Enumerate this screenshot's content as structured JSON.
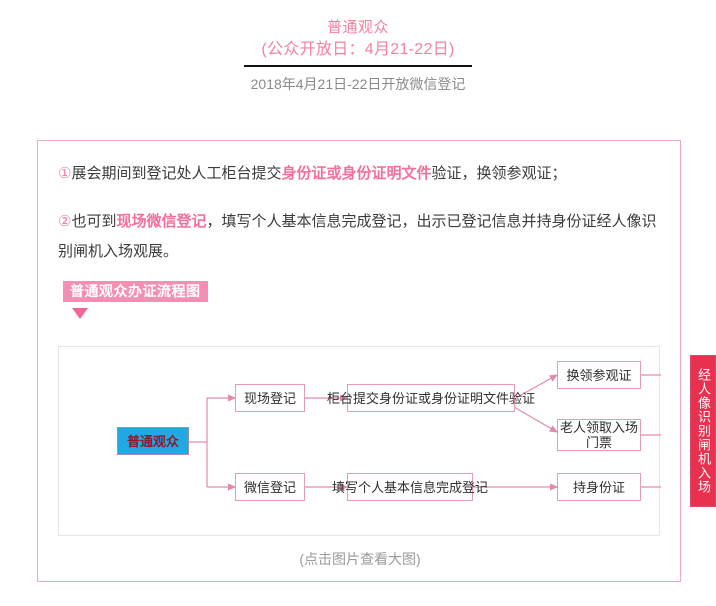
{
  "header": {
    "title": "普通观众",
    "subtitle": "(公众开放日：4月21-22日)",
    "note": "2018年4月21日-22日开放微信登记"
  },
  "content": {
    "item1": {
      "marker": "①",
      "before": "展会期间到登记处人工柜台提交",
      "highlight": "身份证或身份证明文件",
      "after": "验证，换领参观证；"
    },
    "item2": {
      "marker": "②",
      "before": "也可到",
      "highlight": "现场微信登记",
      "after": "，填写个人基本信息完成登记，出示已登记信息并持身份证经人像识别闸机入场观展。"
    },
    "section_heading": "普通观众办证流程图",
    "caption": "(点击图片查看大图)"
  },
  "flowchart": {
    "nodes": {
      "start": "普通观众",
      "onsite": "现场登记",
      "wechat": "微信登记",
      "verify": "柜台提交身份证或身份证明文件验证",
      "fill_form": "填写个人基本信息完成登记",
      "exchange": "换领参观证",
      "elder_line1": "老人领取入场",
      "elder_line2": "门票",
      "hold_id": "持身份证",
      "gate": "经人像识别闸机入场"
    }
  },
  "colors": {
    "pink": "#f4829f",
    "pink_bold": "#f4709b",
    "heading_bg": "#f48fb1",
    "card_border": "#f0a9c0",
    "node_border": "#e49bb4",
    "start_fill": "#22a9e3",
    "start_text": "#8c1a2e",
    "end_fill": "#e8304f",
    "connector": "#e08ca8",
    "note_gray": "#8a8a8a",
    "caption_gray": "#9a9a9a",
    "rule_black": "#111111"
  }
}
